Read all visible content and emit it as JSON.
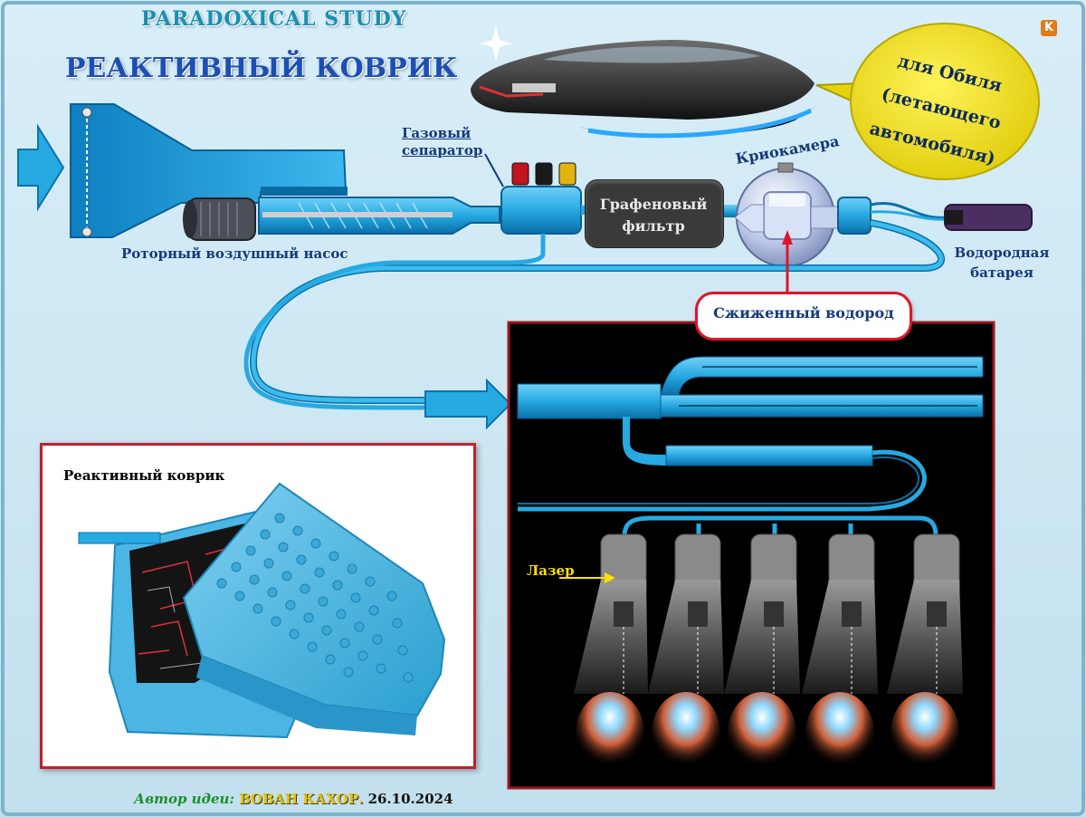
{
  "header": {
    "series": "PARADOXICAL STUDY",
    "title": "РЕАКТИВНЫЙ КОВРИК",
    "logo_letter": "K"
  },
  "labels": {
    "gas_separator_line1": "Газовый",
    "gas_separator_line2": "сепаратор",
    "rotary_pump": "Роторный воздушный насос",
    "graphene_filter_line1": "Графеновый",
    "graphene_filter_line2": "фильтр",
    "cryochamber": "Криокамера",
    "hydrogen_battery_line1": "Водородная",
    "hydrogen_battery_line2": "батарея",
    "liquefied_hydrogen": "Сжиженный водород",
    "laser": "Лазер",
    "jet_mat": "Реактивный коврик"
  },
  "speech_bubble": {
    "line1": "для Обиля",
    "line2": "(летающего",
    "line3": "автомобиля)"
  },
  "credit": {
    "author_label": "Автор идеи:",
    "author_name": "ВОВАН КАХОР.",
    "date": "26.10.2024"
  },
  "colors": {
    "background": "#cfe7f3",
    "pipe": "#27a9e1",
    "pipe_dark": "#0a6fa8",
    "frame_red": "#c0202b",
    "title_blue": "#1d4fb3",
    "bubble_yellow": "#f2e51c"
  },
  "engine": {
    "nozzle_count": 5
  }
}
